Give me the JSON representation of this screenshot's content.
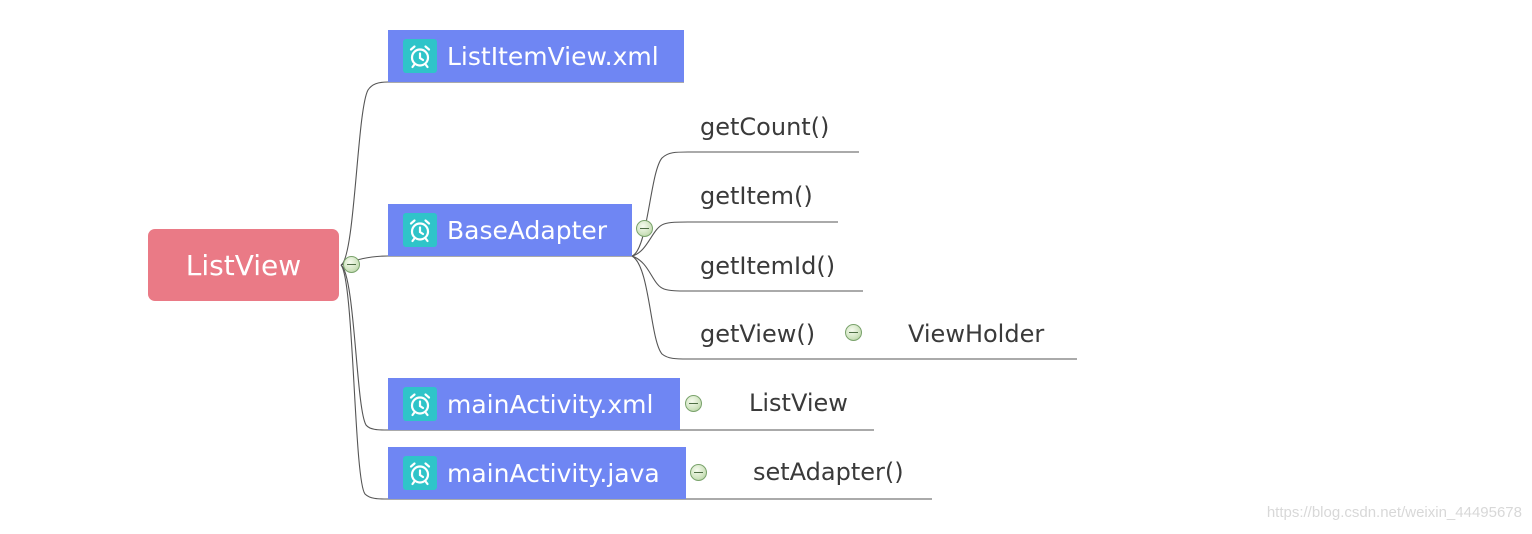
{
  "root": {
    "label": "ListView"
  },
  "nodes": {
    "list_item_view": {
      "label": "ListItemView.xml",
      "icon": "alarm-clock-icon"
    },
    "base_adapter": {
      "label": "BaseAdapter",
      "icon": "alarm-clock-icon",
      "children": [
        "getCount()",
        "getItem()",
        "getItemId()",
        "getView()"
      ],
      "get_view_child": "ViewHolder"
    },
    "main_activity_xml": {
      "label": "mainActivity.xml",
      "icon": "alarm-clock-icon",
      "child": "ListView"
    },
    "main_activity_java": {
      "label": "mainActivity.java",
      "icon": "alarm-clock-icon",
      "child": "setAdapter()"
    }
  },
  "colors": {
    "root_fill": "#ea7a86",
    "node_fill": "#6f86f3",
    "icon_fill": "#2fc4c9",
    "line": "#555555",
    "collapse_toggle": "#cfe3bf"
  },
  "watermark": "https://blog.csdn.net/weixin_44495678"
}
